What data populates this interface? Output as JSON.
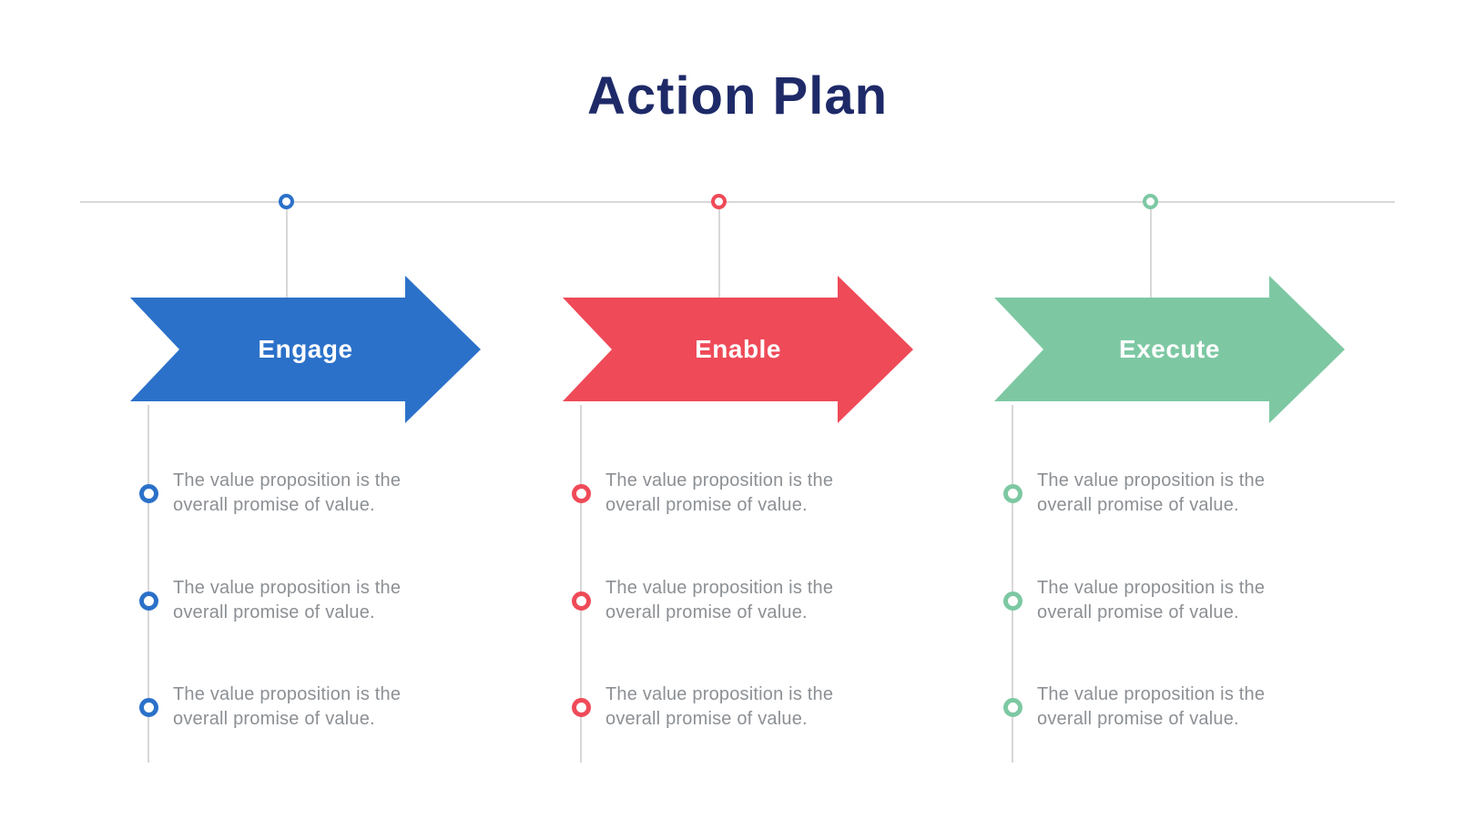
{
  "title": "Action Plan",
  "colors": {
    "title": "#1e2a68",
    "timeline_line": "#d8d8d8",
    "bullet_text": "#8c9094",
    "engage_blue": "#2b71c9",
    "enable_red": "#ef4a58",
    "execute_green": "#7dc8a3",
    "background": "#ffffff"
  },
  "columns": [
    {
      "label": "Engage",
      "color": "#2b71c9",
      "items": [
        "The value proposition is the overall promise of value.",
        "The value proposition is the overall promise of value.",
        "The value proposition is the overall promise of value."
      ]
    },
    {
      "label": "Enable",
      "color": "#ef4a58",
      "items": [
        "The value proposition is the overall promise of value.",
        "The value proposition is the overall promise of value.",
        "The value proposition is the overall promise of value."
      ]
    },
    {
      "label": "Execute",
      "color": "#7dc8a3",
      "items": [
        "The value proposition is the overall promise of value.",
        "The value proposition is the overall promise of value.",
        "The value proposition is the overall promise of value."
      ]
    }
  ]
}
